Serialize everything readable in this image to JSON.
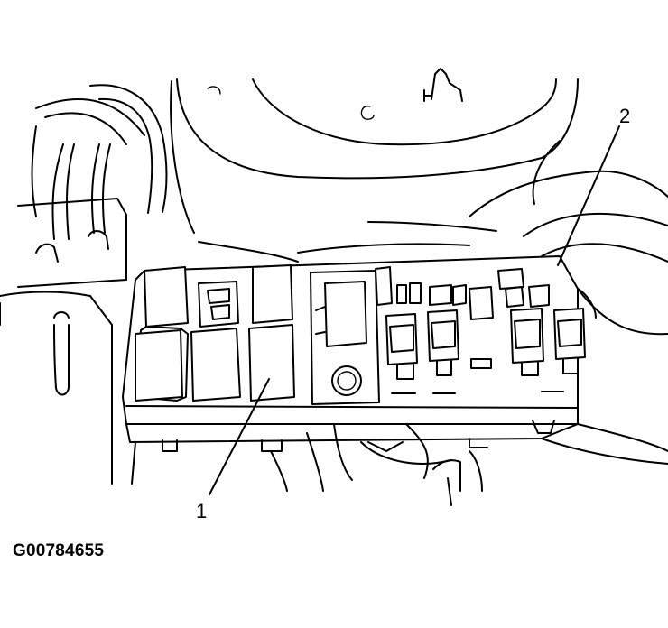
{
  "callouts": {
    "relay": "1",
    "relay_box": "2"
  },
  "figure_id": "G00784655"
}
